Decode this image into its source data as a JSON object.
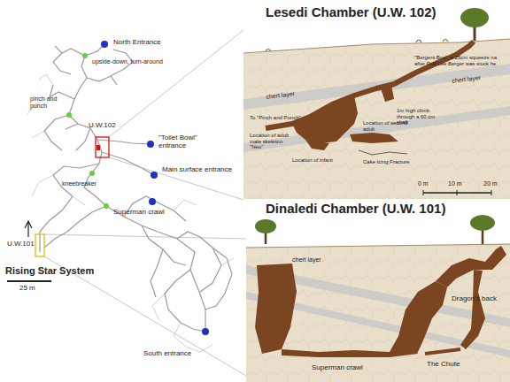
{
  "diagram": {
    "labels": [
      "North Entrance",
      "upside-down, turn-around",
      "pinch and punch",
      "U.W.102",
      "\"Toilet Bowl\" entrance",
      "Main surface entrance",
      "kneebreaker",
      "Superman crawl",
      "U.W.101",
      "Rising Star System",
      "25 m",
      "South entrance",
      "Lesedi Chamber (U.W. 102)",
      "chert layer",
      "chert layer",
      "To \"Pinch and Punch\"",
      "1m high climb through a 60 cm shaft",
      "\"Bergers Box\", a 25cm squeeze na after Prof Lee Berger was stuck he",
      "Location of adult male skeleton \"Neo\"",
      "Location of infant",
      "Location of second adult",
      "Cake Icing Fracture",
      "0 m",
      "10 m",
      "20 m",
      "Dinaledi Chamber (U.W. 101)",
      "chert layer",
      "Dragon's back",
      "The Chute",
      "Superman crawl"
    ]
  }
}
